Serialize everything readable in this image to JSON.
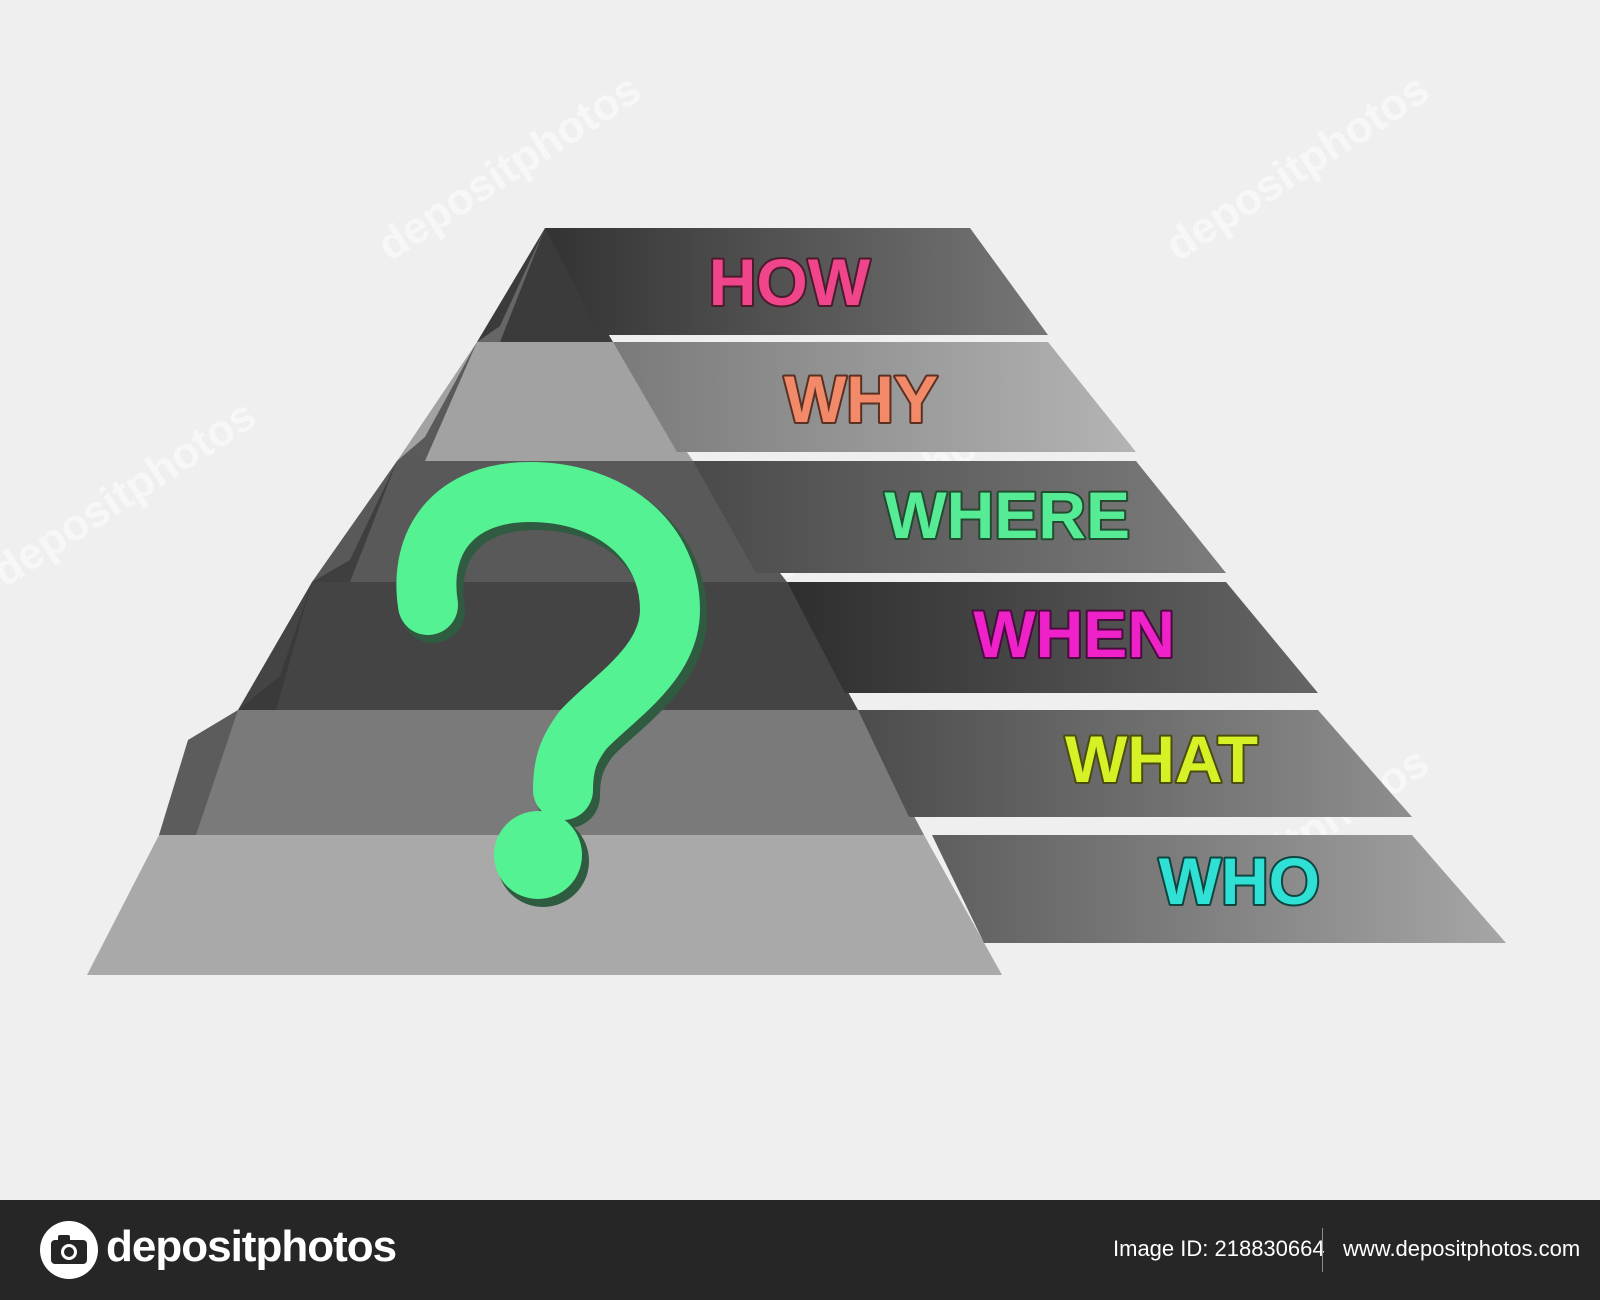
{
  "diagram": {
    "levels": [
      {
        "label": "HOW",
        "color": "#f0458a"
      },
      {
        "label": "WHY",
        "color": "#f28a6a"
      },
      {
        "label": "WHERE",
        "color": "#55ec95"
      },
      {
        "label": "WHEN",
        "color": "#ee22c8"
      },
      {
        "label": "WHAT",
        "color": "#d6f227"
      },
      {
        "label": "WHO",
        "color": "#2fe0d4"
      }
    ],
    "question_mark": {
      "glyph": "?",
      "color": "#55f294"
    }
  },
  "watermark": {
    "text": "depositphotos"
  },
  "footer": {
    "logo_text": "depositphotos",
    "image_id": "Image ID: 218830664",
    "site_url": "www.depositphotos.com"
  },
  "colors": {
    "background": "#efefef",
    "footer_background": "#262626",
    "shades": [
      "#3b3b3b",
      "#a2a2a2",
      "#595959",
      "#444444",
      "#7a7a7a",
      "#a9a9a9"
    ]
  }
}
